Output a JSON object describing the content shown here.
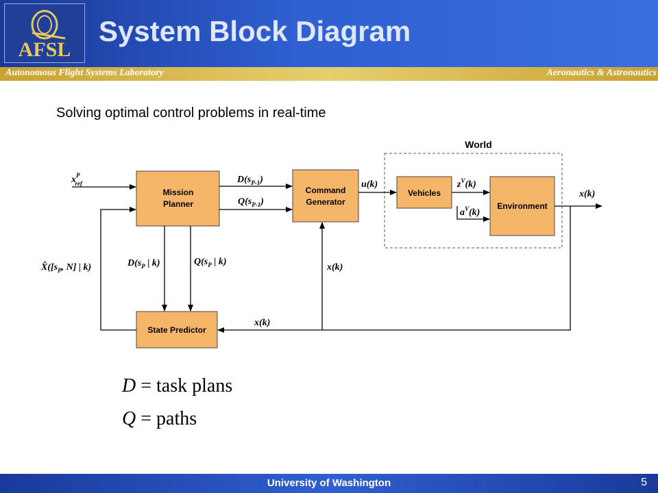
{
  "header": {
    "title": "System Block Diagram",
    "logo_text": "AFSL",
    "lab_name": "Autonomous Flight Systems Laboratory",
    "department": "Aeronautics & Astronautics"
  },
  "subtitle": "Solving optimal control problems in real-time",
  "diagram": {
    "world_label": "World",
    "blocks": {
      "mission_planner": [
        "Mission",
        "Planner"
      ],
      "command_generator": [
        "Command",
        "Generator"
      ],
      "vehicles": "Vehicles",
      "environment": "Environment",
      "state_predictor": "State Predictor"
    },
    "signals": {
      "x_ref": "x",
      "x_ref_sup": "P",
      "x_ref_sub": "ref",
      "d_in": "D(s",
      "d_in_sub": "P-1",
      "q_in": "Q(s",
      "q_in_sub": "P-1",
      "u": "u(k)",
      "z": "z",
      "z_sup": "V",
      "z_arg": "(k)",
      "a": "a",
      "a_sup": "V",
      "a_arg": "(k)",
      "x_out": "x(k)",
      "d_pred": "D(s",
      "d_pred_sub": "P",
      "d_pred_tail": " | k)",
      "q_pred": "Q(s",
      "q_pred_sub": "P",
      "q_pred_tail": " | k)",
      "xhat": "X̂([s",
      "xhat_sub": "P",
      "xhat_tail": ", N] | k)",
      "x_feedback": "x(k)",
      "x_to_predictor": "x(k)"
    },
    "colors": {
      "block_fill": "#f6b66a",
      "block_stroke": "#444444"
    }
  },
  "formulas": {
    "d": {
      "var": "D",
      "text": " = task plans"
    },
    "q": {
      "var": "Q",
      "text": " = paths"
    }
  },
  "footer": {
    "university": "University of Washington",
    "page_number": "5"
  }
}
